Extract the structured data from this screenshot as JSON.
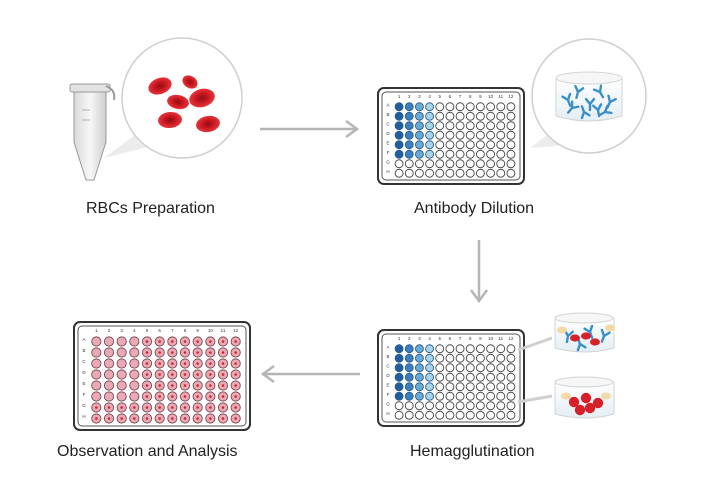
{
  "steps": {
    "rbc_preparation": "RBCs Preparation",
    "antibody_dilution": "Antibody Dilution",
    "hemagglutination": "Hemagglutination",
    "observation_analysis": "Observation and Analysis"
  },
  "plate": {
    "rows": [
      "A",
      "B",
      "C",
      "D",
      "E",
      "F",
      "G",
      "H"
    ],
    "columns": [
      "1",
      "2",
      "3",
      "4",
      "5",
      "6",
      "7",
      "8",
      "9",
      "10",
      "11",
      "12"
    ]
  },
  "colors": {
    "rbc_red": "#d6202a",
    "antibody_blue": "#3a8fc8",
    "dilution_dark": "#1f5fa0",
    "dilution_light": "#a9d3ea",
    "pink_well": "#e9a9b5",
    "arrow_gray": "#b5b5b5"
  },
  "icons": {
    "tube": "microcentrifuge-tube-icon",
    "rbc": "red-blood-cell-icon",
    "antibody": "antibody-icon",
    "plate": "96-well-plate-icon"
  }
}
